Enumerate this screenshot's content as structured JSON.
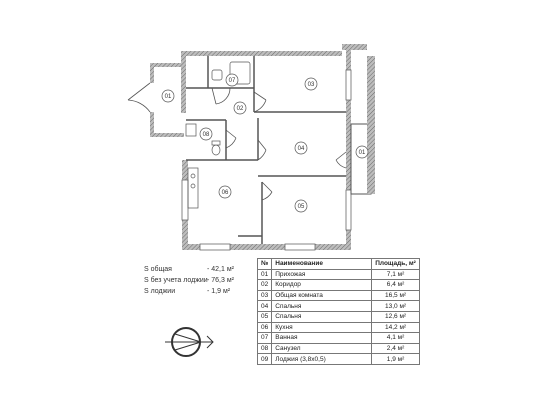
{
  "room_tags": {
    "r01a": "01",
    "r02": "02",
    "r03": "03",
    "r04": "04",
    "r05": "05",
    "r06": "06",
    "r07": "07",
    "r08": "08",
    "r01b": "01"
  },
  "summary": [
    {
      "label": "S общая",
      "value": "- 42,1 м²"
    },
    {
      "label": "S без учета лоджии",
      "value": "- 76,3 м²"
    },
    {
      "label": "S лоджии",
      "value": "- 1,9 м²"
    }
  ],
  "table": {
    "headers": {
      "num": "№",
      "name": "Наименование",
      "area": "Площадь, м²"
    },
    "rows": [
      {
        "num": "01",
        "name": "Прихожая",
        "area": "7,1 м²"
      },
      {
        "num": "02",
        "name": "Коридор",
        "area": "6,4 м²"
      },
      {
        "num": "03",
        "name": "Общая комната",
        "area": "16,5 м²"
      },
      {
        "num": "04",
        "name": "Спальня",
        "area": "13,0 м²"
      },
      {
        "num": "05",
        "name": "Спальня",
        "area": "12,6 м²"
      },
      {
        "num": "06",
        "name": "Кухня",
        "area": "14,2 м²"
      },
      {
        "num": "07",
        "name": "Ванная",
        "area": "4,1 м²"
      },
      {
        "num": "08",
        "name": "Санузел",
        "area": "2,4 м²"
      },
      {
        "num": "09",
        "name": "Лоджия (3,8х0,5)",
        "area": "1,9 м²"
      }
    ]
  },
  "colors": {
    "wall": "#8a8a8a",
    "line": "#444444",
    "text": "#222222"
  }
}
